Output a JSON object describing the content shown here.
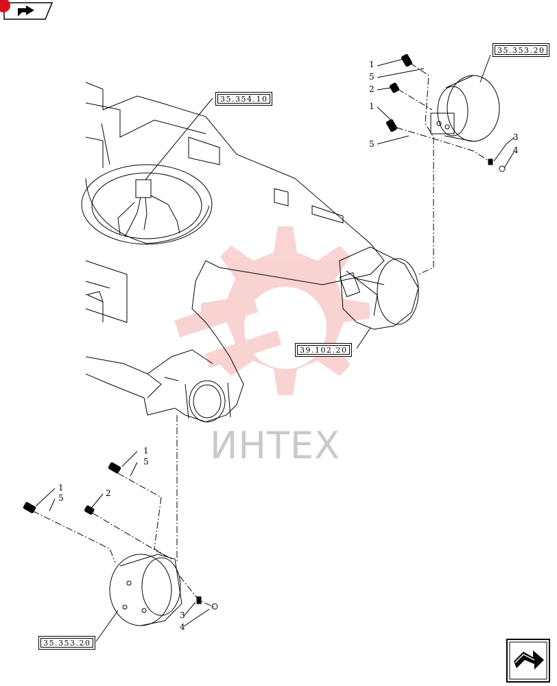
{
  "watermark": {
    "text": "ИНТЕХ",
    "color": "#e53935"
  },
  "references": {
    "ref_top_right": "35.353.20",
    "ref_center_top": "35.354.10",
    "ref_center": "39.102.20",
    "ref_bottom_left": "35.353.20"
  },
  "callouts": {
    "upper_right": [
      "1",
      "5",
      "2",
      "1",
      "5",
      "3",
      "4"
    ],
    "lower_left": [
      "1",
      "5",
      "1",
      "5",
      "2",
      "3",
      "4"
    ]
  },
  "navigation": {
    "prev_icon": "back-arrow-icon",
    "next_icon": "next-arrow-icon"
  },
  "colors": {
    "badge": "#d8101c",
    "line": "#000000"
  }
}
